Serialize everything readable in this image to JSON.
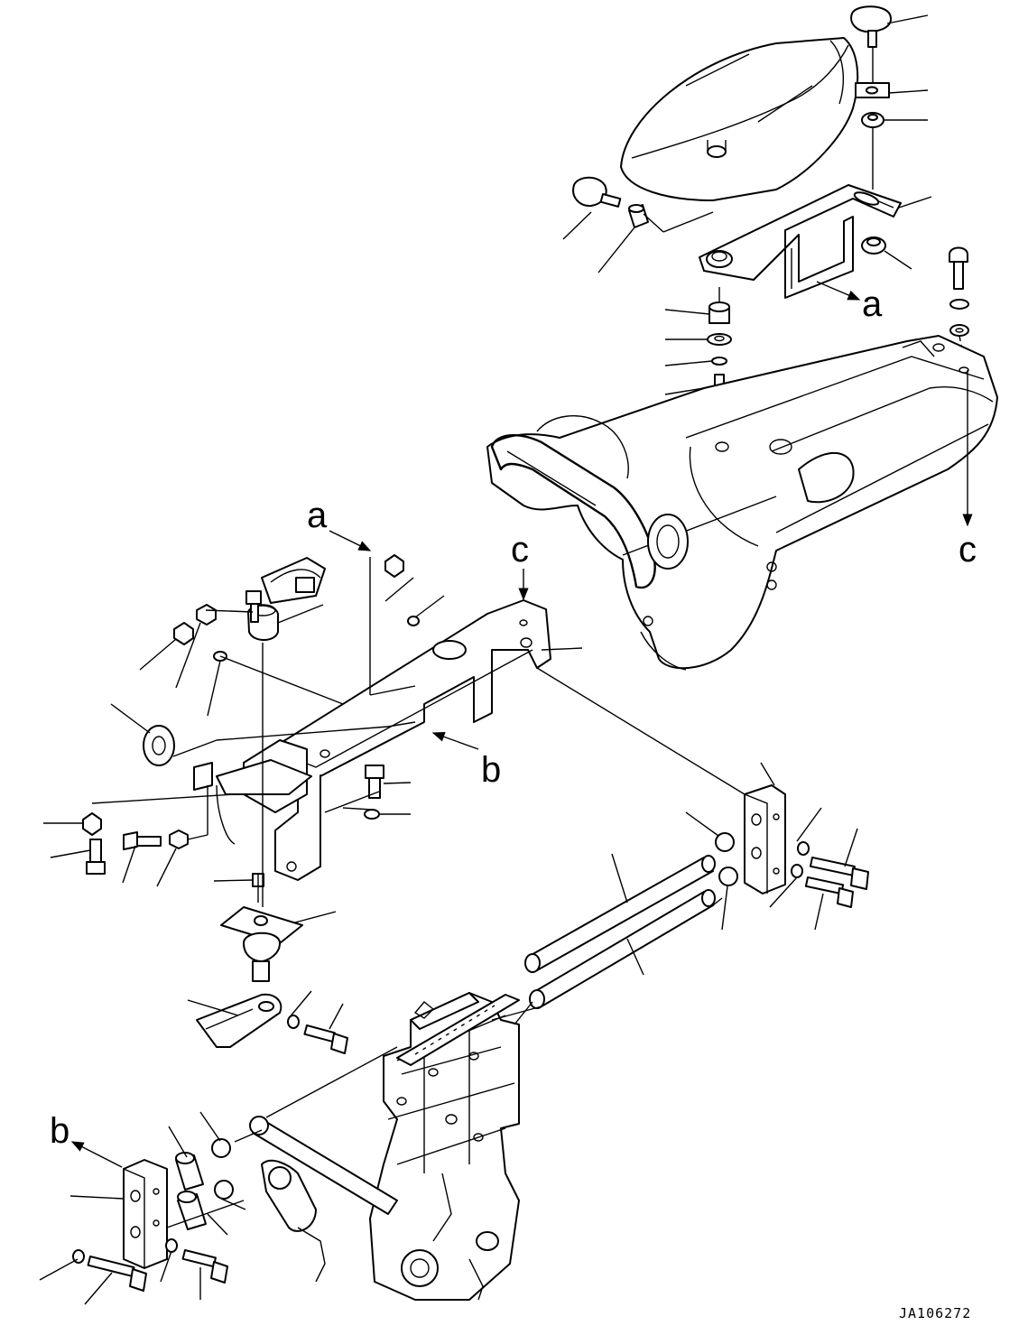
{
  "diagram": {
    "reference_labels": {
      "a_top": "a",
      "a_mid": "a",
      "b_mid": "b",
      "b_bottom": "b",
      "c_mid": "c",
      "c_right": "c"
    },
    "drawing_code": "JA106272"
  }
}
